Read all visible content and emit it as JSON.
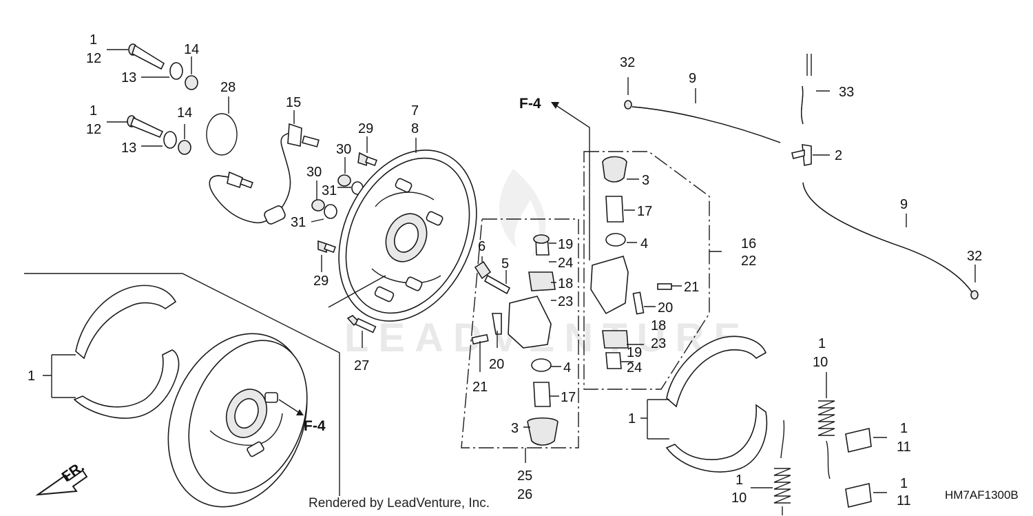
{
  "callouts": {
    "c1": "1",
    "c12": "12",
    "c14": "14",
    "c13": "13",
    "c1b": "1",
    "c12b": "12",
    "c14b": "14",
    "c13b": "13",
    "c28": "28",
    "c15": "15",
    "c29a": "29",
    "c30a": "30",
    "c31a": "31",
    "c30b": "30",
    "c31b": "31",
    "c29b": "29",
    "c7": "7",
    "c8": "8",
    "c27": "27",
    "c6": "6",
    "c5": "5",
    "c19a": "19",
    "c24a": "24",
    "c18a": "18",
    "c23a": "23",
    "c20a": "20",
    "c21a": "21",
    "c4a": "4",
    "c17a": "17",
    "c3a": "3",
    "c25": "25",
    "c26": "26",
    "c3b": "3",
    "c17b": "17",
    "c4b": "4",
    "c16": "16",
    "c22": "22",
    "c21b": "21",
    "c20b": "20",
    "c18b": "18",
    "c23b": "23",
    "c19b": "19",
    "c24b": "24",
    "c32a": "32",
    "c9a": "9",
    "c33": "33",
    "c2": "2",
    "c9b": "9",
    "c32b": "32",
    "c1c": "1",
    "c1d": "1",
    "c1e": "1",
    "c10a": "10",
    "c1f": "1",
    "c11a": "11",
    "c1g": "1",
    "c10b": "10",
    "c1h": "1",
    "c11b": "11"
  },
  "flags": {
    "f4_top": "F-4",
    "f4_left": "F-4",
    "fr": "FR."
  },
  "footer": {
    "rendered_by": "Rendered by LeadVenture, Inc.",
    "diagram_code": "HM7AF1300B"
  },
  "watermark": {
    "text": "LEADVENTURE"
  }
}
